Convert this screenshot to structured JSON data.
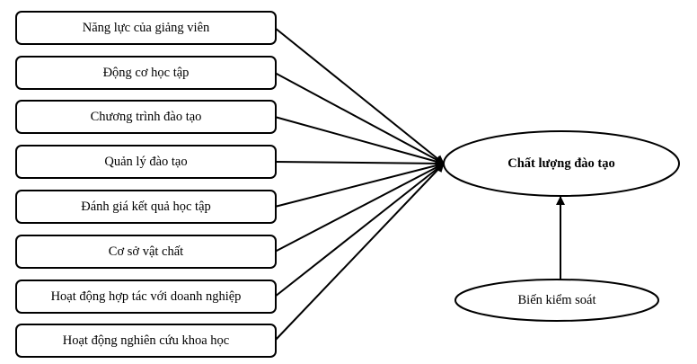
{
  "diagram": {
    "factors": [
      {
        "label": "Năng lực của giảng viên"
      },
      {
        "label": "Động cơ học tập"
      },
      {
        "label": "Chương trình đào tạo"
      },
      {
        "label": "Quản lý đào tạo"
      },
      {
        "label": "Đánh giá kết quả học tập"
      },
      {
        "label": "Cơ sở vật chất"
      },
      {
        "label": "Hoạt động hợp tác với doanh nghiệp"
      },
      {
        "label": "Hoạt động nghiên cứu khoa học"
      }
    ],
    "outcome": {
      "label": "Chất lượng đào tạo"
    },
    "control": {
      "label": "Biến kiểm soát"
    },
    "relations": [
      {
        "from": "factor-0",
        "to": "outcome"
      },
      {
        "from": "factor-1",
        "to": "outcome"
      },
      {
        "from": "factor-2",
        "to": "outcome"
      },
      {
        "from": "factor-3",
        "to": "outcome"
      },
      {
        "from": "factor-4",
        "to": "outcome"
      },
      {
        "from": "factor-5",
        "to": "outcome"
      },
      {
        "from": "factor-6",
        "to": "outcome"
      },
      {
        "from": "factor-7",
        "to": "outcome"
      },
      {
        "from": "control",
        "to": "outcome"
      }
    ],
    "colors": {
      "stroke": "#000000",
      "fill": "#ffffff"
    }
  }
}
